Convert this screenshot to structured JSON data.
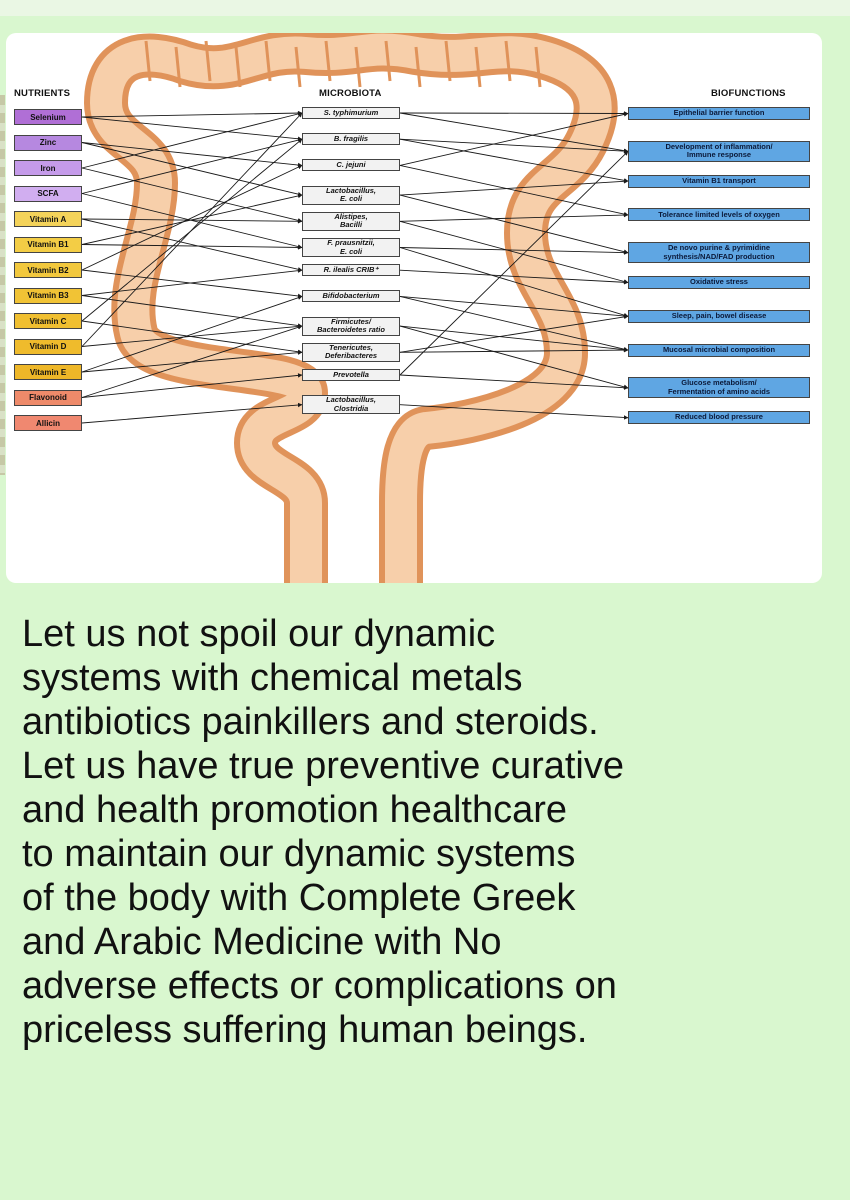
{
  "figure": {
    "headers": {
      "nutrients": "NUTRIENTS",
      "microbiota": "MICROBIOTA",
      "biofunctions": "BIOFUNCTIONS"
    },
    "nutrients": [
      {
        "label": "Selenium",
        "color": "#b06fd6"
      },
      {
        "label": "Zinc",
        "color": "#b688e0"
      },
      {
        "label": "Iron",
        "color": "#c59bea"
      },
      {
        "label": "SCFA",
        "color": "#d1aef0"
      },
      {
        "label": "Vitamin A",
        "color": "#f4d35a"
      },
      {
        "label": "Vitamin B1",
        "color": "#f3cd45"
      },
      {
        "label": "Vitamin B2",
        "color": "#f2c83d"
      },
      {
        "label": "Vitamin B3",
        "color": "#f1c335"
      },
      {
        "label": "Vitamin C",
        "color": "#f0bf30"
      },
      {
        "label": "Vitamin D",
        "color": "#efbb2c"
      },
      {
        "label": "Vitamin E",
        "color": "#eeb728"
      },
      {
        "label": "Flavonoid",
        "color": "#ee8a6a"
      },
      {
        "label": "Allicin",
        "color": "#f08870"
      }
    ],
    "microbiota": [
      "S. typhimurium",
      "B. fragilis",
      "C. jejuni",
      "Lactobacillus,\nE. coli",
      "Alistipes,\nBacilli",
      "F. prausnitzii,\nE. coli",
      "R. ilealis CRIB⁺",
      "Bifidobacterium",
      "Firmicutes/\nBacteroidetes ratio",
      "Tenericutes,\nDeferibacteres",
      "Prevotella",
      "Lactobacillus,\nClostridia"
    ],
    "biofunctions": [
      "Epithelial barrier function",
      "Development of inflammation/\nImmune response",
      "Vitamin B1 transport",
      "Tolerance limited levels of oxygen",
      "De novo purine & pyrimidine\nsynthesis/NAD/FAD production",
      "Oxidative stress",
      "Sleep, pain, bowel disease",
      "Mucosal microbial composition",
      "Glucose metabolism/\nFermentation of amino acids",
      "Reduced blood pressure"
    ],
    "nutrient_to_microbe": [
      [
        0,
        0
      ],
      [
        0,
        1
      ],
      [
        1,
        2
      ],
      [
        1,
        3
      ],
      [
        2,
        0
      ],
      [
        2,
        4
      ],
      [
        3,
        5
      ],
      [
        3,
        1
      ],
      [
        4,
        4
      ],
      [
        4,
        6
      ],
      [
        5,
        3
      ],
      [
        5,
        5
      ],
      [
        6,
        7
      ],
      [
        6,
        2
      ],
      [
        7,
        6
      ],
      [
        7,
        8
      ],
      [
        8,
        9
      ],
      [
        8,
        1
      ],
      [
        9,
        0
      ],
      [
        9,
        8
      ],
      [
        10,
        9
      ],
      [
        10,
        7
      ],
      [
        11,
        10
      ],
      [
        11,
        8
      ],
      [
        12,
        11
      ]
    ],
    "microbe_to_bio": [
      [
        0,
        0
      ],
      [
        0,
        1
      ],
      [
        1,
        1
      ],
      [
        1,
        2
      ],
      [
        2,
        0
      ],
      [
        2,
        3
      ],
      [
        3,
        2
      ],
      [
        3,
        4
      ],
      [
        4,
        3
      ],
      [
        4,
        5
      ],
      [
        5,
        4
      ],
      [
        5,
        6
      ],
      [
        6,
        5
      ],
      [
        7,
        6
      ],
      [
        7,
        7
      ],
      [
        8,
        7
      ],
      [
        8,
        8
      ],
      [
        9,
        7
      ],
      [
        9,
        6
      ],
      [
        10,
        8
      ],
      [
        10,
        1
      ],
      [
        11,
        9
      ]
    ],
    "colors": {
      "colon_fill": "#f7cfaa",
      "colon_stroke": "#e0935a",
      "line": "#1a1a1a",
      "bio_box": "#5fa6e3"
    }
  },
  "caption": "Let us not spoil our dynamic\nsystems with chemical metals\nantibiotics painkillers and steroids.\nLet us have true preventive curative\nand health promotion healthcare\nto maintain our dynamic systems\nof the body with Complete Greek\nand Arabic Medicine with No\nadverse effects or complications on\npriceless suffering human beings."
}
